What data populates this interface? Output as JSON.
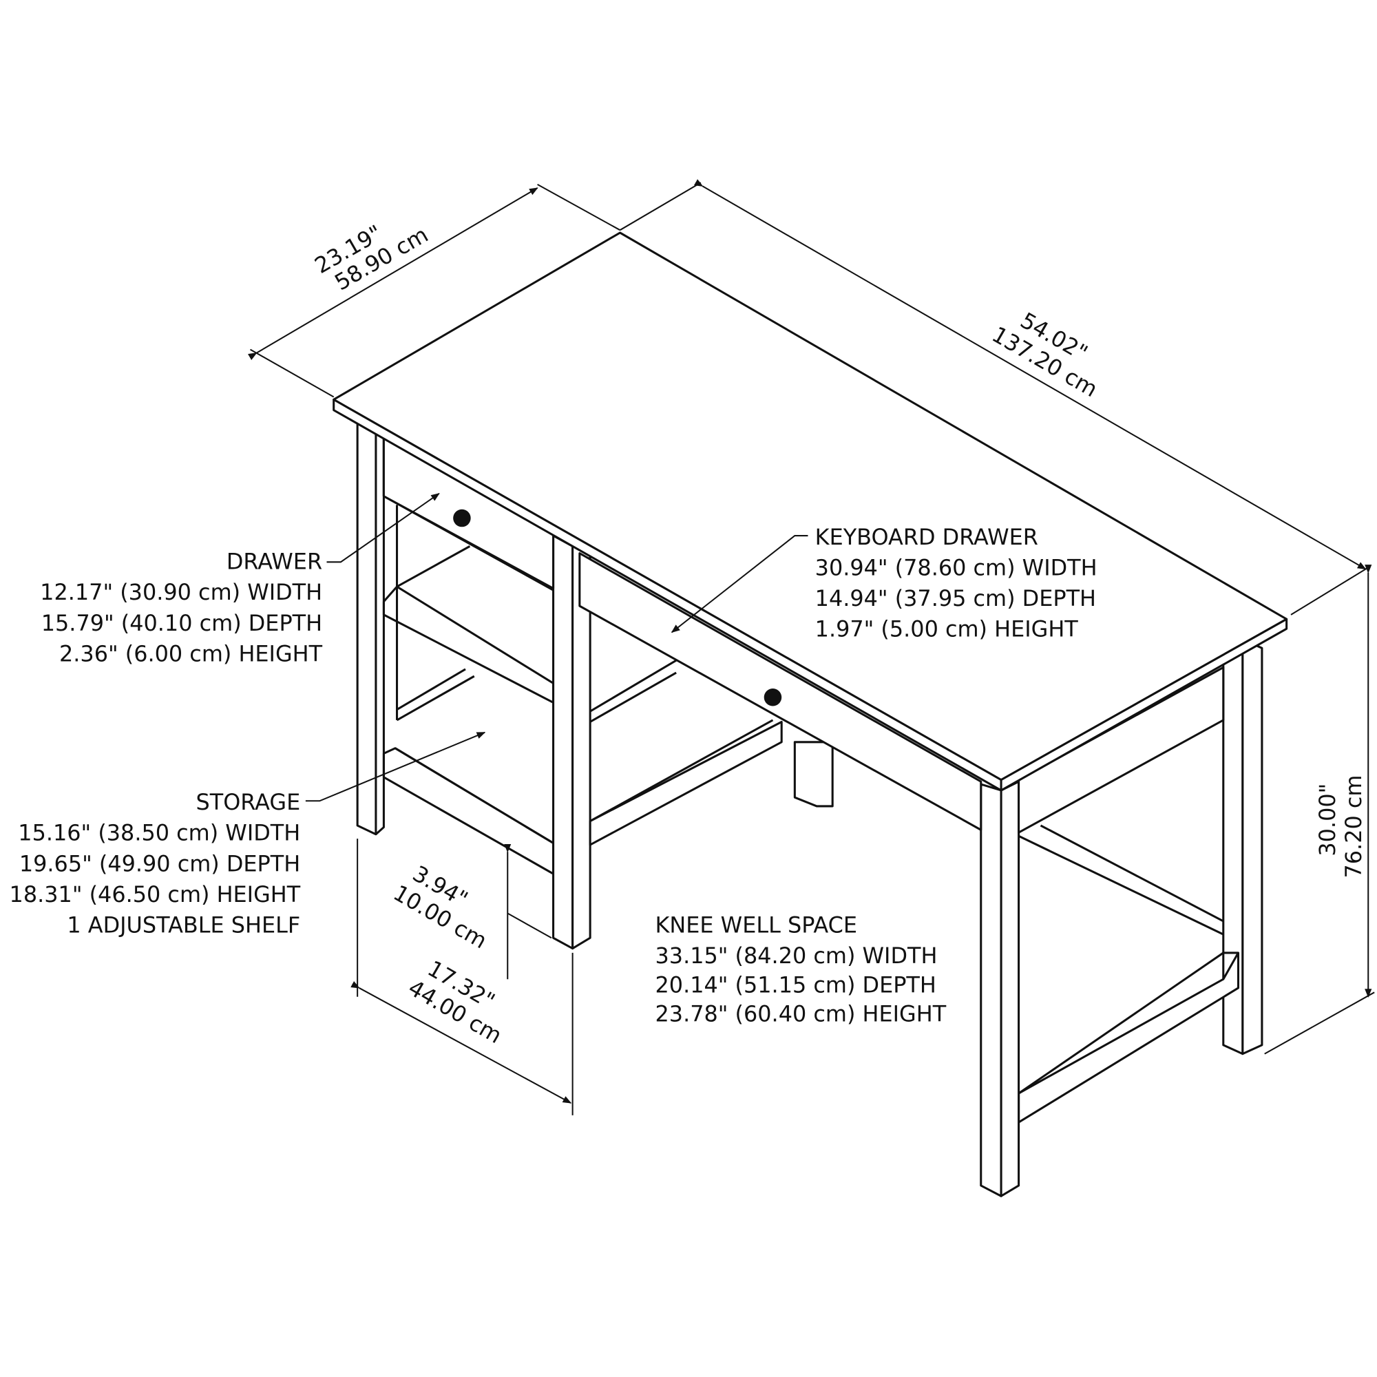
{
  "dimensions": {
    "depth": {
      "in": "23.19\"",
      "cm": "58.90 cm"
    },
    "width": {
      "in": "54.02\"",
      "cm": "137.20 cm"
    },
    "height": {
      "in": "30.00\"",
      "cm": "76.20 cm"
    },
    "leg_clearance": {
      "in": "3.94\"",
      "cm": "10.00 cm"
    },
    "storage_width": {
      "in": "17.32\"",
      "cm": "44.00 cm"
    }
  },
  "callouts": {
    "drawer": [
      "DRAWER",
      "12.17\" (30.90 cm) WIDTH",
      "15.79\" (40.10 cm) DEPTH",
      "2.36\" (6.00 cm) HEIGHT"
    ],
    "keyboard_drawer": [
      "KEYBOARD DRAWER",
      "30.94\" (78.60 cm) WIDTH",
      "14.94\" (37.95 cm) DEPTH",
      "1.97\" (5.00 cm) HEIGHT"
    ],
    "storage": [
      "STORAGE",
      "15.16\" (38.50 cm) WIDTH",
      "19.65\" (49.90 cm) DEPTH",
      "18.31\" (46.50 cm) HEIGHT",
      "1 ADJUSTABLE SHELF"
    ],
    "knee_well": [
      "KNEE WELL SPACE",
      "33.15\" (84.20 cm) WIDTH",
      "20.14\" (51.15 cm) DEPTH",
      "23.78\" (60.40 cm) HEIGHT"
    ]
  }
}
